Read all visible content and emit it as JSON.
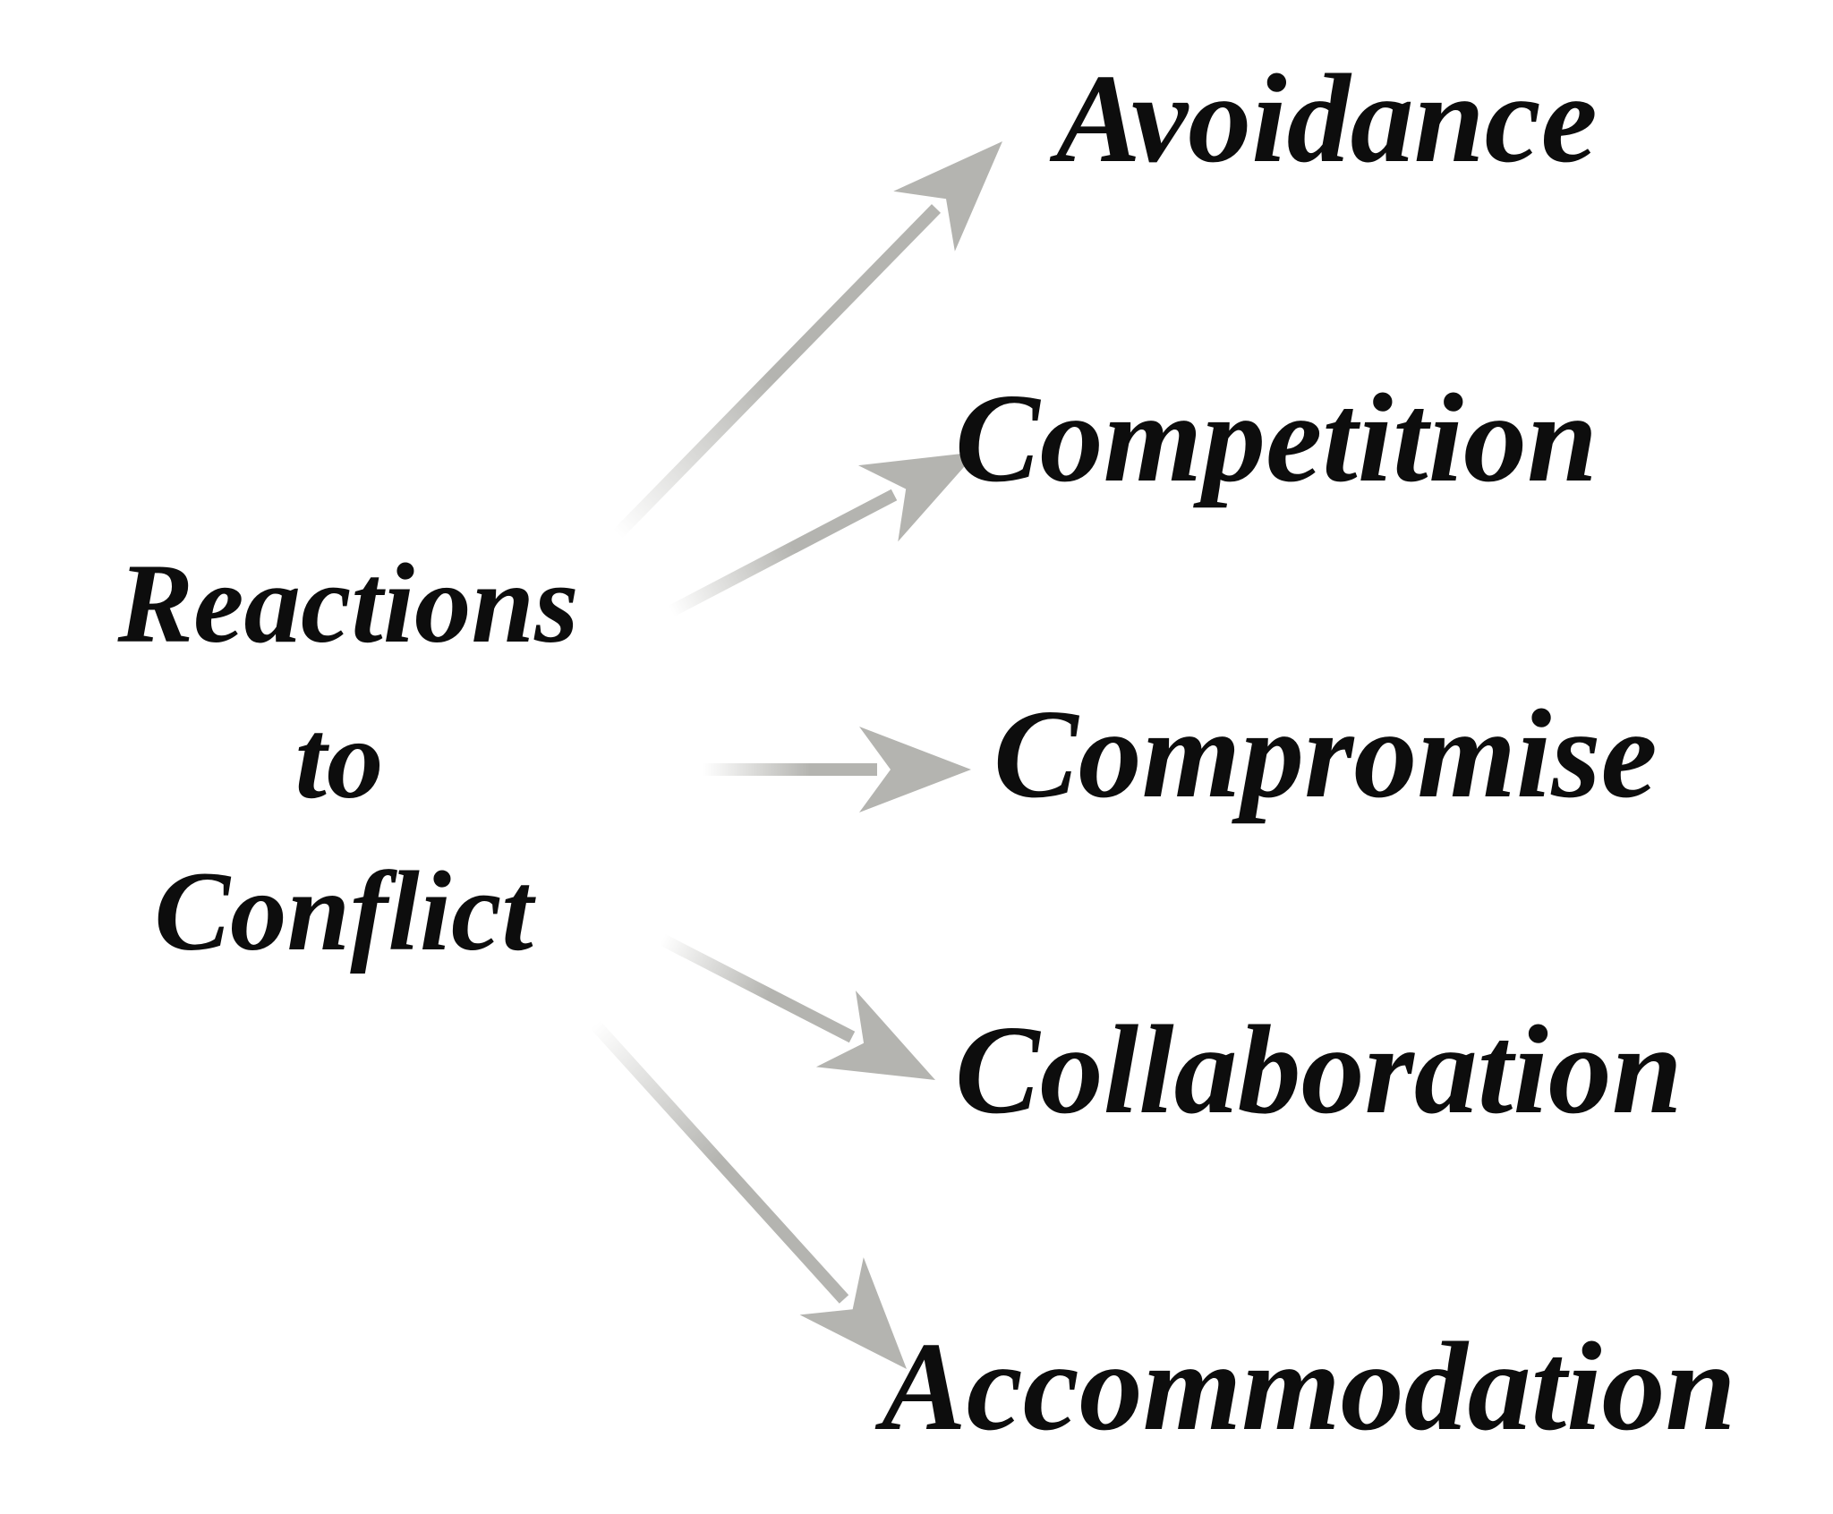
{
  "diagram": {
    "type": "radial-flow-diagram",
    "hub": {
      "label": "Reactions to Conflict",
      "lines": [
        "Reactions",
        "to",
        "Conflict"
      ]
    },
    "targets": [
      {
        "label": "Avoidance"
      },
      {
        "label": "Competition"
      },
      {
        "label": "Compromise"
      },
      {
        "label": "Collaboration"
      },
      {
        "label": "Accommodation"
      }
    ],
    "connections": [
      {
        "from": "Reactions to Conflict",
        "to": "Avoidance"
      },
      {
        "from": "Reactions to Conflict",
        "to": "Competition"
      },
      {
        "from": "Reactions to Conflict",
        "to": "Compromise"
      },
      {
        "from": "Reactions to Conflict",
        "to": "Collaboration"
      },
      {
        "from": "Reactions to Conflict",
        "to": "Accommodation"
      }
    ]
  },
  "colors": {
    "background": "#ffffff",
    "text": "#0d0d0d",
    "arrow": "#b4b4b0"
  }
}
